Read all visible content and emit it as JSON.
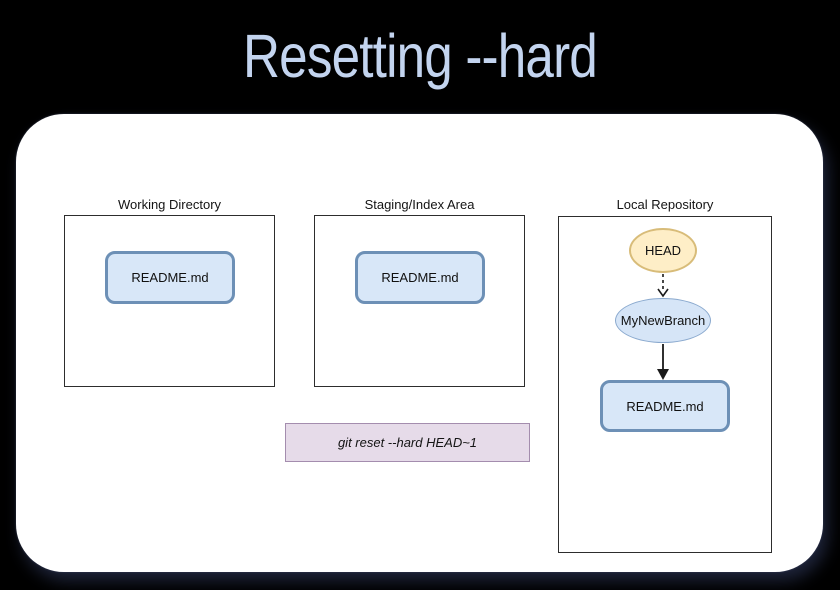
{
  "slide": {
    "title": "Resetting --hard"
  },
  "diagram": {
    "areas": [
      {
        "id": "working-directory",
        "label": "Working Directory",
        "nodes": [
          {
            "type": "file",
            "label": "README.md"
          }
        ]
      },
      {
        "id": "staging-area",
        "label": "Staging/Index Area",
        "nodes": [
          {
            "type": "file",
            "label": "README.md"
          }
        ]
      },
      {
        "id": "local-repository",
        "label": "Local Repository",
        "nodes": [
          {
            "type": "head-pointer",
            "label": "HEAD"
          },
          {
            "type": "branch",
            "label": "MyNewBranch"
          },
          {
            "type": "file",
            "label": "README.md"
          }
        ],
        "edges": [
          {
            "from": "HEAD",
            "to": "MyNewBranch",
            "style": "dashed"
          },
          {
            "from": "MyNewBranch",
            "to": "README.md",
            "style": "solid"
          }
        ]
      }
    ],
    "command": {
      "text": "git reset --hard HEAD~1"
    }
  },
  "colors": {
    "background": "#000000",
    "title_text": "#c3d4ef",
    "card_background": "#ffffff",
    "area_box_border": "#2d2d2d",
    "file_node_fill": "#d8e7f8",
    "file_node_border": "#6d90b6",
    "head_node_fill": "#feeec7",
    "head_node_border": "#d8bc79",
    "branch_node_fill": "#d6e5f7",
    "branch_node_border": "#8aa9ce",
    "command_fill": "#e6dbe9",
    "command_border": "#a48dae"
  }
}
